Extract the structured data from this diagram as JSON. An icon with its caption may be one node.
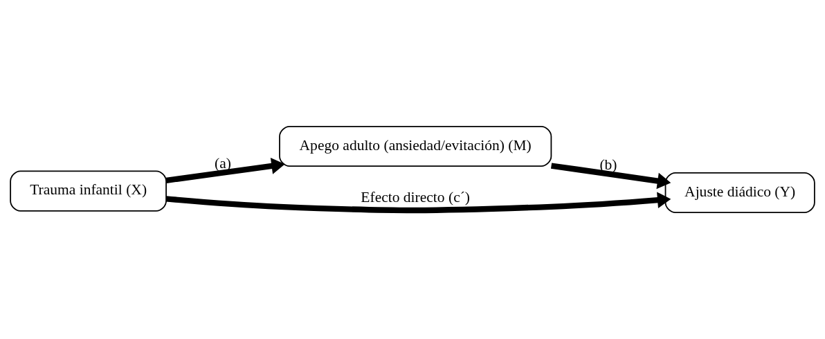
{
  "diagram": {
    "nodes": [
      {
        "text": [
          "Apego adulto (ansiedad/evitación) (M)"
        ]
      },
      {
        "text": [
          "Trauma infantil (X)"
        ]
      },
      {
        "text": [
          "Ajuste diádico (Y)"
        ]
      }
    ],
    "edges": [
      {
        "from": 1,
        "to": 0,
        "arrow": "to",
        "label": "(a)"
      },
      {
        "from": 0,
        "to": 2,
        "arrow": "to",
        "label": "(b)"
      },
      {
        "from": 1,
        "to": 2,
        "arrow": "to",
        "label": "Efecto directo (c´)"
      }
    ]
  }
}
